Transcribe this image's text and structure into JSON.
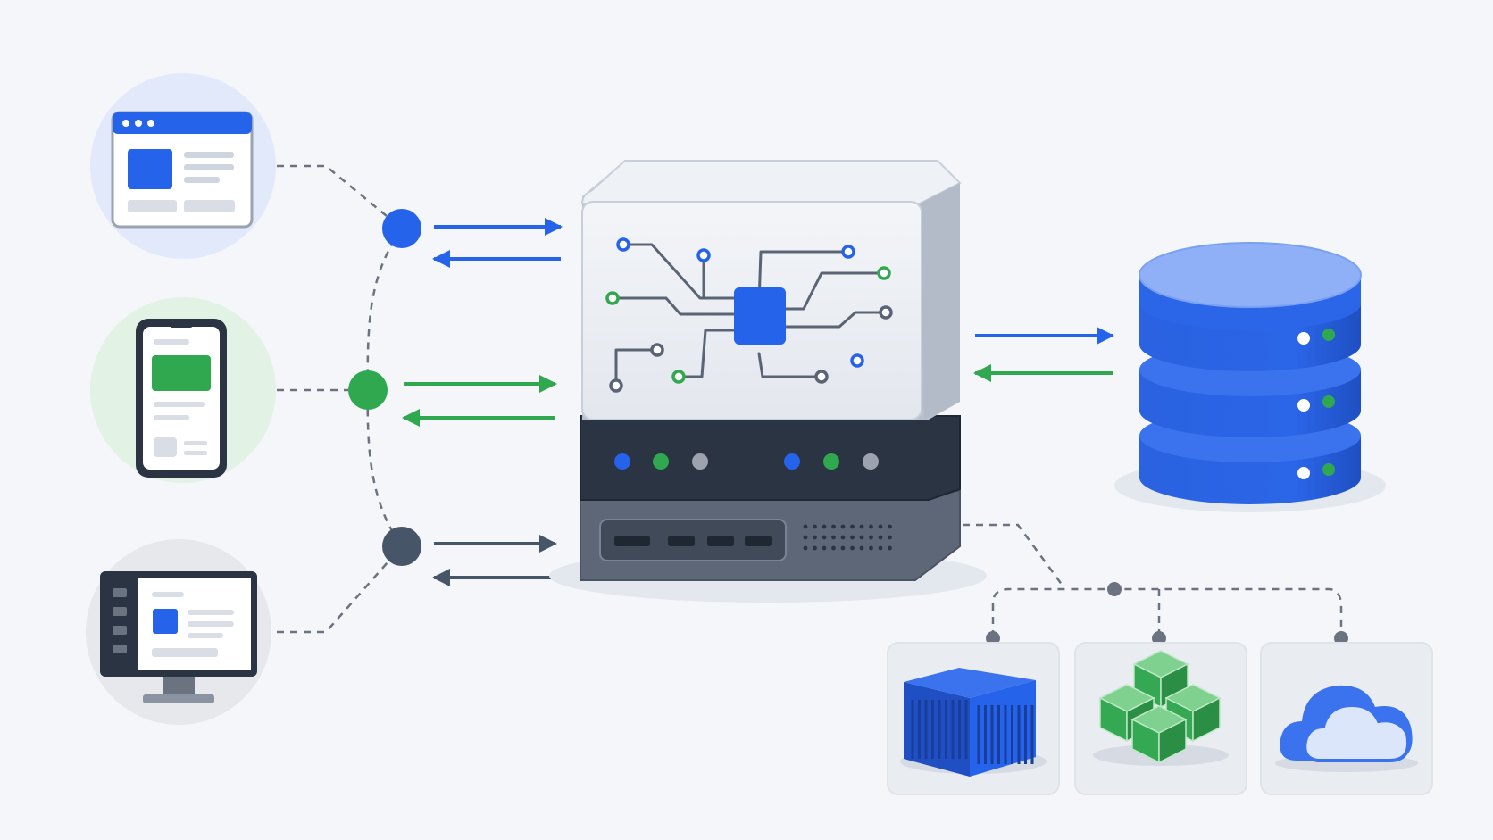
{
  "colors": {
    "background": "#f4f6fa",
    "blue": "#2563eb",
    "blue_light": "#8fb0f7",
    "green": "#2fa84f",
    "green_light": "#7fd18f",
    "slate": "#475569",
    "dark": "#2b3443",
    "panel": "#e8ebf1",
    "connector": "#6b7280"
  },
  "clients": [
    {
      "name": "web-browser",
      "icon": "browser-window-icon",
      "accent": "#2563eb",
      "circle": "#e1e9fb"
    },
    {
      "name": "mobile-phone",
      "icon": "smartphone-icon",
      "accent": "#2fa84f",
      "circle": "#e2f2e5"
    },
    {
      "name": "desktop-monitor",
      "icon": "desktop-monitor-icon",
      "accent": "#475569",
      "circle": "#e6e8ec"
    }
  ],
  "central": {
    "icon": "server-chip-icon",
    "status_lights": [
      "#2563eb",
      "#2fa84f",
      "#9ca3af"
    ]
  },
  "database": {
    "icon": "database-stack-icon",
    "tiers": 3
  },
  "deployment_targets": [
    {
      "name": "container",
      "icon": "shipping-container-icon"
    },
    {
      "name": "microservices",
      "icon": "stacked-cubes-icon"
    },
    {
      "name": "cloud",
      "icon": "cloud-icon"
    }
  ]
}
